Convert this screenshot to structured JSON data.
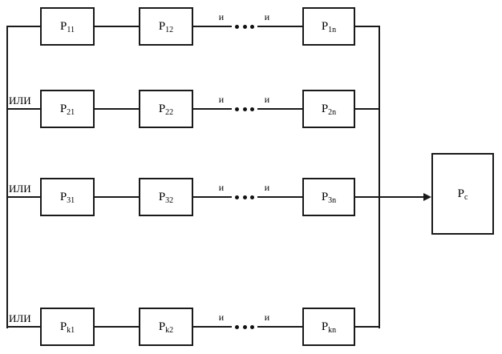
{
  "diagram": {
    "description": "Series-parallel reliability block diagram: k parallel branches (OR) of n series blocks (AND) feeding output block Pc",
    "background_color": "#ffffff",
    "line_color": "#1a1a1a",
    "text_color": "#000000",
    "or_label": "ИЛИ",
    "and_label": "и",
    "rows": [
      {
        "id": "row-1",
        "or_label": "",
        "boxes": [
          {
            "base": "P",
            "sub": "11"
          },
          {
            "base": "P",
            "sub": "12"
          },
          {
            "base": "P",
            "sub": "1n"
          }
        ]
      },
      {
        "id": "row-2",
        "or_label": "ИЛИ",
        "boxes": [
          {
            "base": "P",
            "sub": "21"
          },
          {
            "base": "P",
            "sub": "22"
          },
          {
            "base": "P",
            "sub": "2n"
          }
        ]
      },
      {
        "id": "row-3",
        "or_label": "ИЛИ",
        "boxes": [
          {
            "base": "P",
            "sub": "31"
          },
          {
            "base": "P",
            "sub": "32"
          },
          {
            "base": "P",
            "sub": "3n"
          }
        ]
      },
      {
        "id": "row-k",
        "or_label": "ИЛИ",
        "boxes": [
          {
            "base": "P",
            "sub": "k1"
          },
          {
            "base": "P",
            "sub": "k2"
          },
          {
            "base": "P",
            "sub": "kn"
          }
        ]
      }
    ],
    "output_box": {
      "base": "P",
      "sub": "c"
    }
  }
}
